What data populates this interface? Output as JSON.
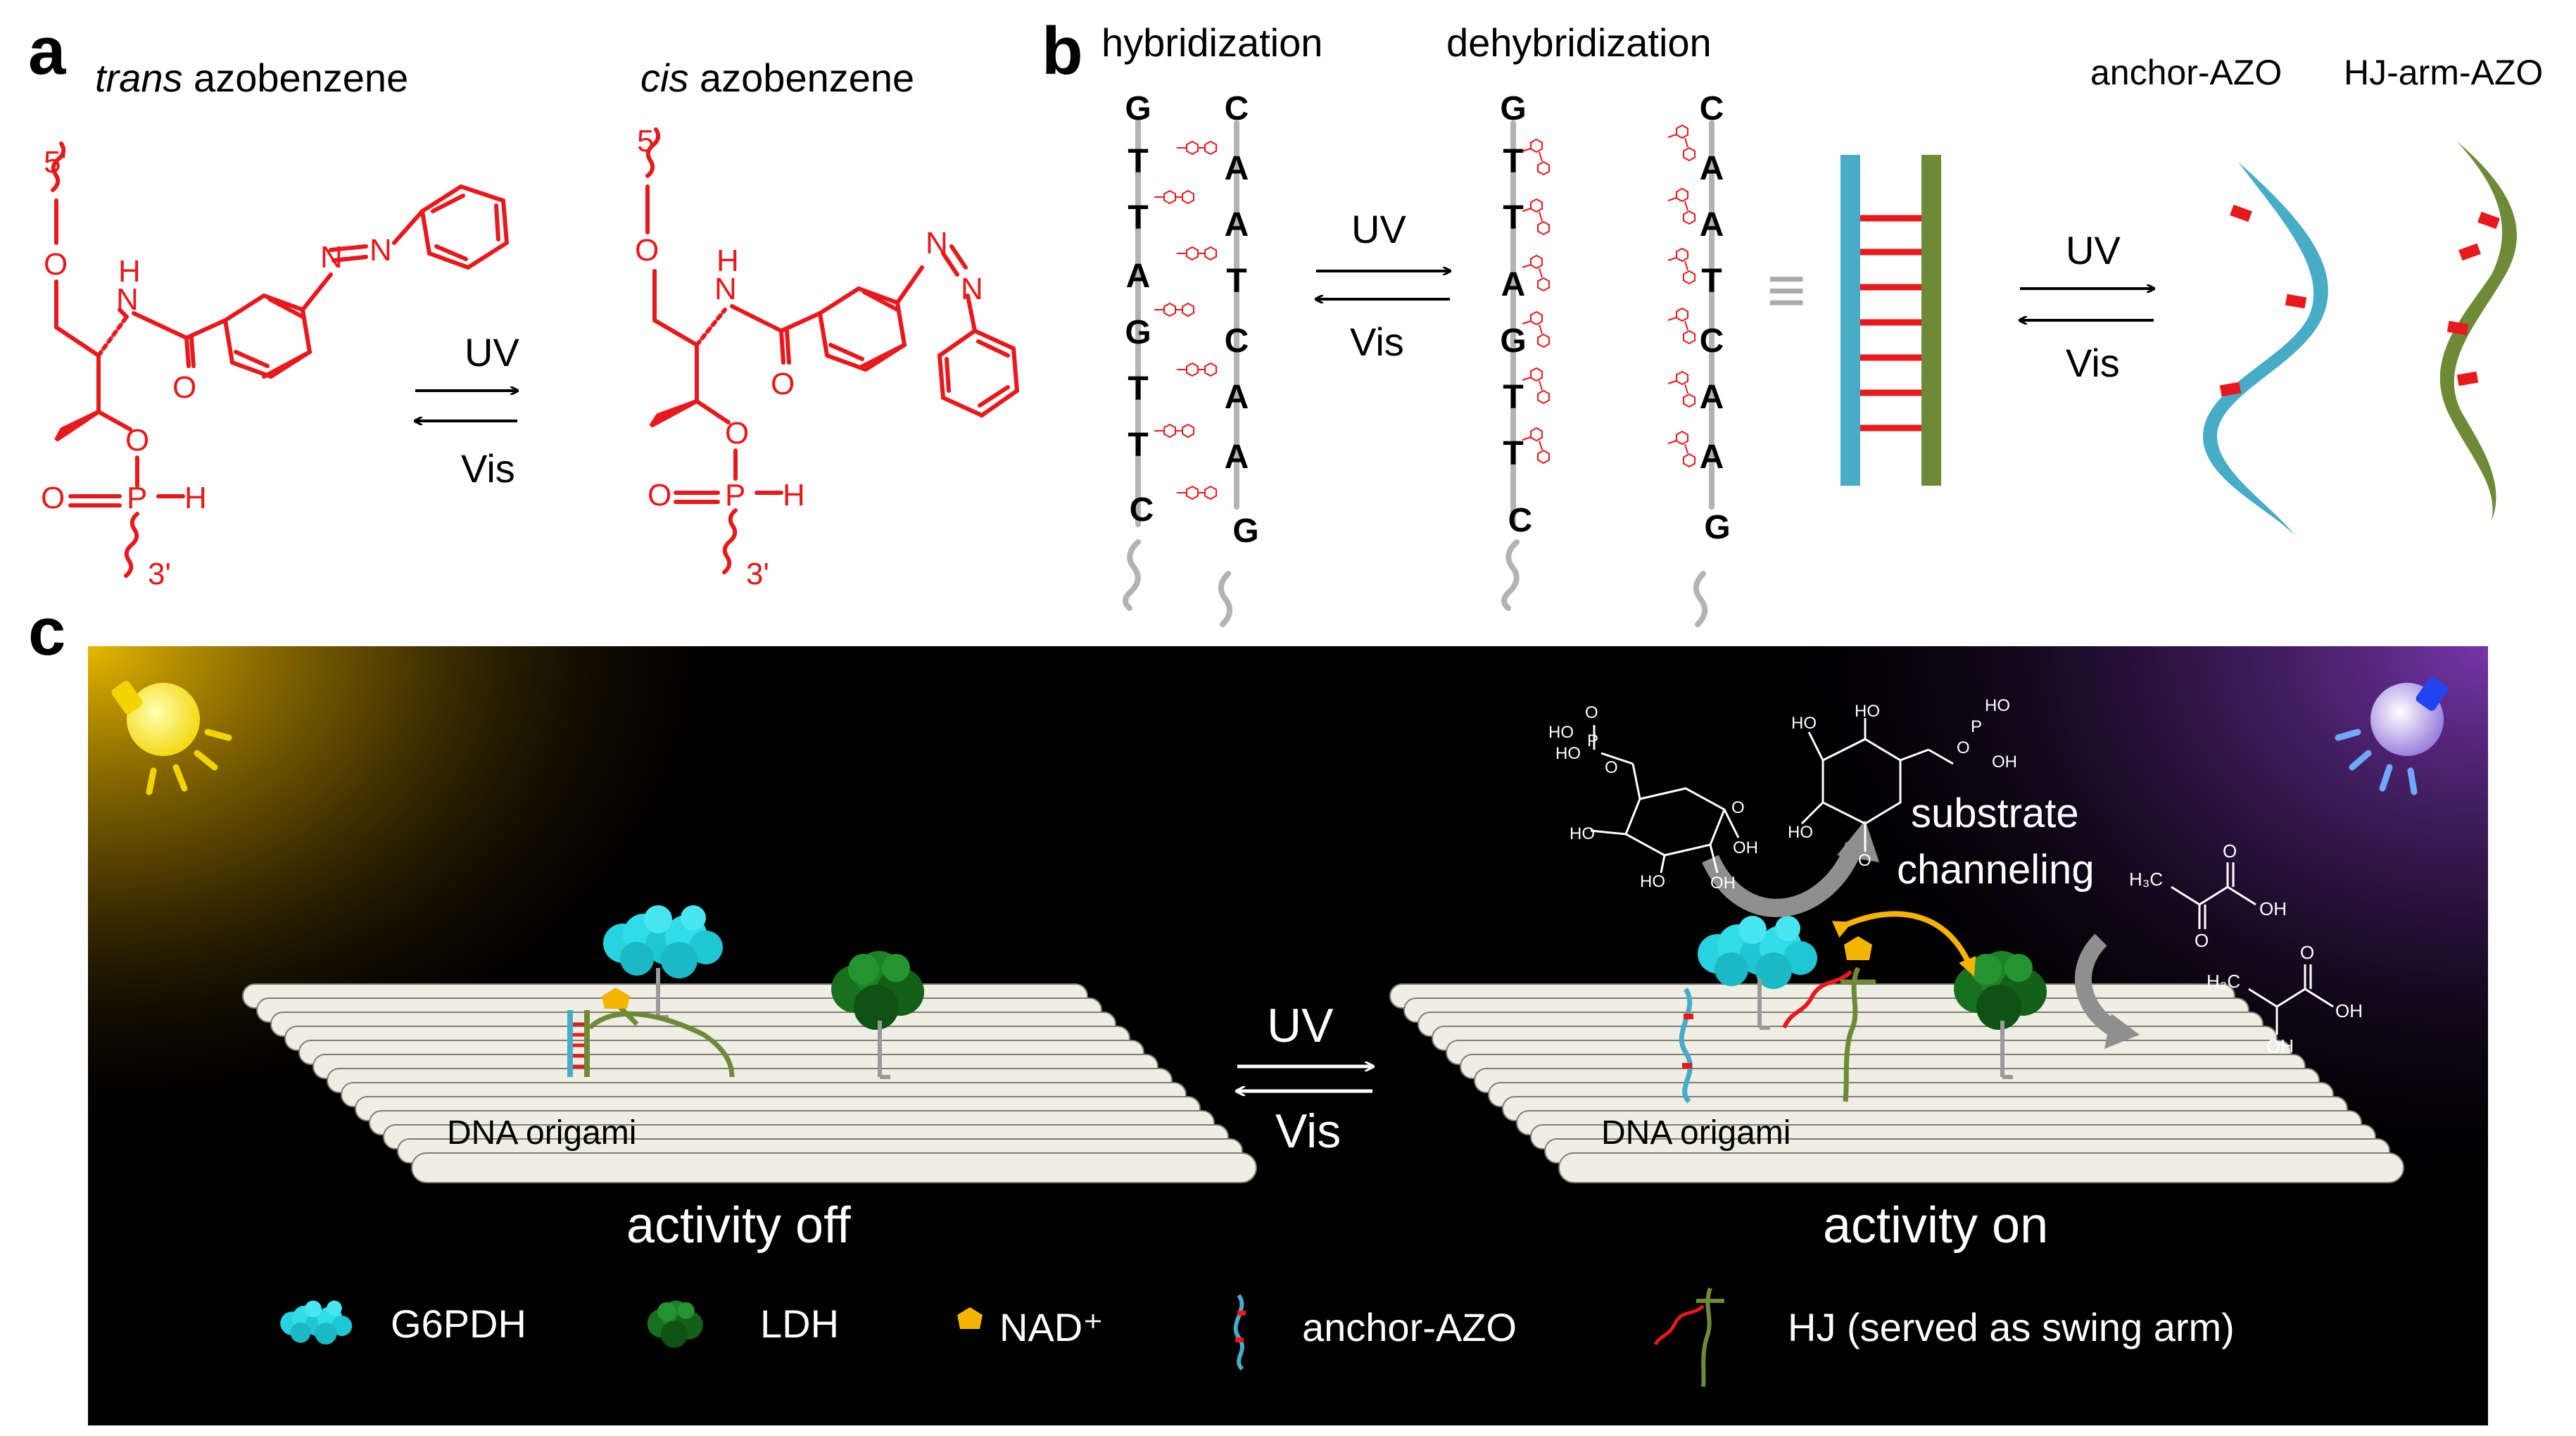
{
  "panels": {
    "a": "a",
    "b": "b",
    "c": "c"
  },
  "panel_a": {
    "trans_label_italic": "trans",
    "trans_label_rest": " azobenzene",
    "cis_label_italic": "cis",
    "cis_label_rest": " azobenzene",
    "uv": "UV",
    "vis": "Vis",
    "atoms": {
      "five_prime": "5'",
      "three_prime": "3'",
      "O": "O",
      "N": "N",
      "H": "H",
      "P": "P"
    }
  },
  "panel_b": {
    "hybridization": "hybridization",
    "dehybridization": "dehybridization",
    "uv": "UV",
    "vis": "Vis",
    "equiv": "≡",
    "anchor_azo": "anchor-AZO",
    "hj_arm_azo": "HJ-arm-AZO",
    "strand_left": [
      "G",
      "T",
      "T",
      "A",
      "G",
      "T",
      "T",
      "C"
    ],
    "strand_right": [
      "C",
      "A",
      "A",
      "T",
      "C",
      "A",
      "A",
      "G"
    ]
  },
  "panel_c": {
    "uv": "UV",
    "vis": "Vis",
    "origami_label": "DNA origami",
    "activity_off": "activity off",
    "activity_on": "activity on",
    "substrate": "substrate",
    "channeling": "channeling",
    "chem_labels": {
      "OH": "OH",
      "HO": "HO",
      "O": "O",
      "P": "P",
      "H3C": "H₃C"
    },
    "legend": [
      {
        "label": "G6PDH"
      },
      {
        "label": "LDH"
      },
      {
        "label": "NAD⁺"
      },
      {
        "label": "anchor-AZO"
      },
      {
        "label": "HJ (served as swing arm)"
      }
    ]
  },
  "colors": {
    "azo_red": "#e8181c",
    "g6pdh_cyan": "#27d3e0",
    "ldh_green": "#17701e",
    "nad_yellow": "#f5b400",
    "anchor_blue": "#47acc6",
    "hj_olive": "#6f8a37",
    "background_dark": "#000000",
    "glow_yellow": "#f3c200",
    "glow_purple": "#6f2fa3"
  },
  "icons": [
    "visible-light-bulb-icon",
    "uv-light-bulb-icon"
  ]
}
